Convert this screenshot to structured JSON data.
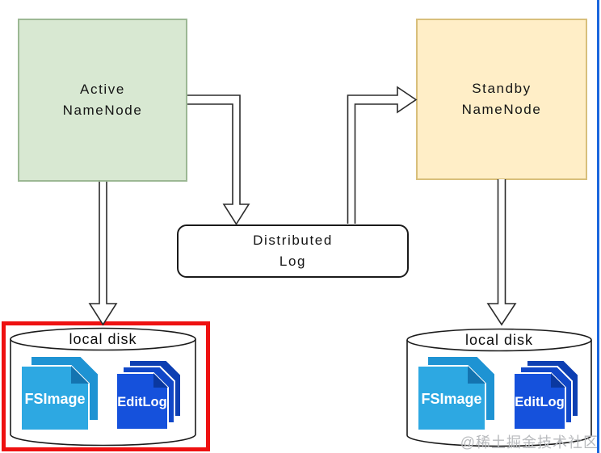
{
  "diagram": {
    "nodes": {
      "active_namenode": {
        "line1": "Active",
        "line2": "NameNode"
      },
      "standby_namenode": {
        "line1": "Standby",
        "line2": "NameNode"
      },
      "distributed_log": {
        "line1": "Distributed",
        "line2": "Log"
      },
      "disk_left": {
        "title": "local disk",
        "highlighted": true,
        "files": {
          "fsimage": "FSImage",
          "editlog": "EditLog"
        }
      },
      "disk_right": {
        "title": "local disk",
        "highlighted": false,
        "files": {
          "fsimage": "FSImage",
          "editlog": "EditLog"
        }
      }
    },
    "colors": {
      "active_fill": "#d8e8d2",
      "active_border": "#9cb894",
      "standby_fill": "#ffeec7",
      "standby_border": "#d8bf7b",
      "highlight_box": "#ee1111",
      "fsimage_doc": "#2da8e2",
      "editlog_doc": "#1551dc",
      "right_edge_strip": "#1a66dd",
      "watermark_text": "#b8babd"
    }
  },
  "watermark": "@稀土掘金技术社区"
}
